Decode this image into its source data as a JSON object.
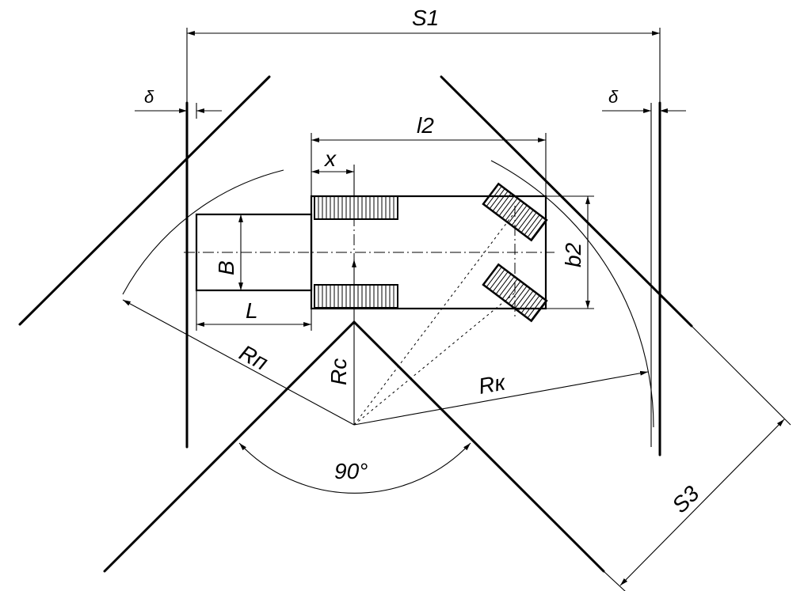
{
  "labels": {
    "s1": "S1",
    "s3": "S3",
    "delta_left": "δ",
    "delta_right": "δ",
    "l2": "l2",
    "x": "x",
    "b": "B",
    "b2": "b2",
    "l": "L",
    "r_p": "Rп",
    "r_c": "Rc",
    "r_k": "Rк",
    "angle": "90°"
  }
}
